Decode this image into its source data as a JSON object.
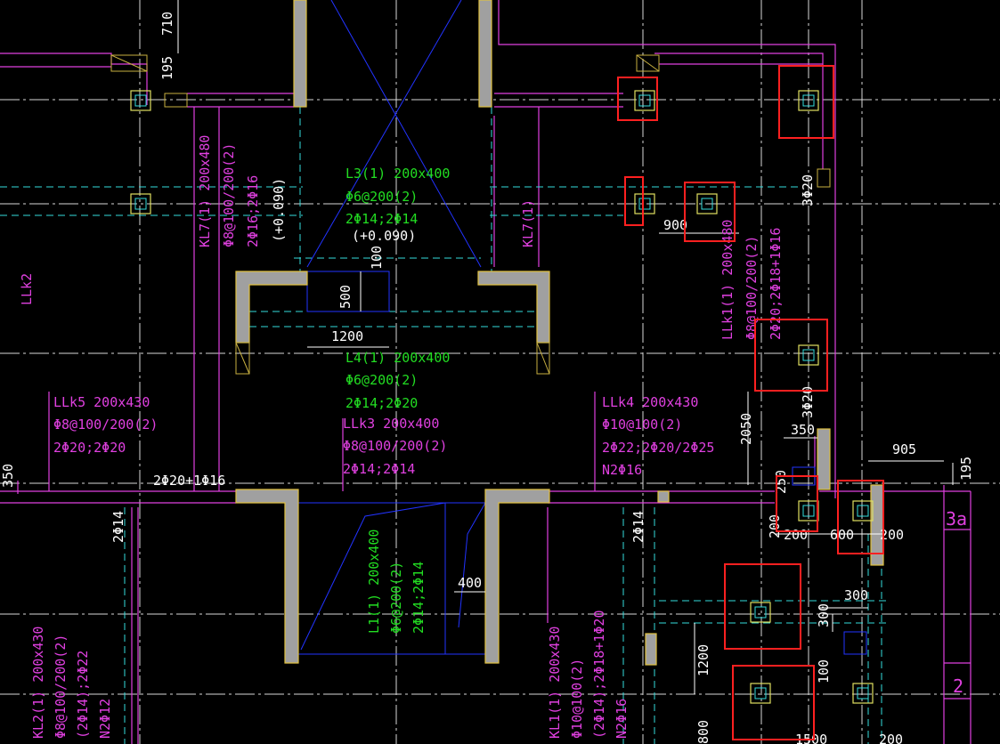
{
  "colors": {
    "background": "#000000",
    "beam": "#e040e0",
    "beam_dash": "#e040e0",
    "axis": "#ffffff",
    "cyan": "#33dddd",
    "blue": "#2233ff",
    "wall": "#a0a0a0",
    "wall_edge": "#e0c040",
    "green": "#22dd22",
    "highlight": "#ff2020"
  },
  "labels": {
    "dim_710": "710",
    "dim_195_top": "195",
    "kl7_h_1": "KL7(1) 200x480",
    "kl7_h_2": "Φ8@100/200(2)",
    "kl7_h_3": "2Φ16;2Φ16",
    "kl7_h_4": "(+0.090)",
    "l3_1": "L3(1) 200x400",
    "l3_2": "Φ6@200(2)",
    "l3_3": "2Φ14;2Φ14",
    "l3_4": "(+0.090)",
    "kl7_r": "KL7(1)",
    "dim_100": "100",
    "dim_500": "500",
    "dim_1200_mid": "1200",
    "l4_1": "L4(1) 200x400",
    "l4_2": "Φ6@200(2)",
    "l4_3": "2Φ14;2Φ20",
    "llk3_1": "LLk3 200x400",
    "llk3_2": "Φ8@100/200(2)",
    "llk3_3": "2Φ14;2Φ14",
    "llk5_1": "LLk5 200x430",
    "llk5_2": "Φ8@100/200(2)",
    "llk5_3": "2Φ20;2Φ20",
    "llk4_1": "LLk4 200x430",
    "llk4_2": "Φ10@100(2)",
    "llk4_3": "2Φ22;2Φ20/2Φ25",
    "llk4_4": "N2Φ16",
    "llk2": "LLk2",
    "dim_350_left": "350",
    "rebar_2phi20": "2Φ20+1Φ16",
    "rebar_2phi14_left": "2Φ14",
    "rebar_2phi14_mid": "2Φ14",
    "llk1_1": "LLk1(1) 200x480",
    "llk1_2": "Φ8@100/200(2)",
    "llk1_3": "2Φ20;2Φ18+1Φ16",
    "dim_900": "900",
    "dim_3phi20_top": "3Φ20",
    "dim_3phi20_mid": "3Φ20",
    "dim_2050": "2050",
    "dim_350_right": "350",
    "dim_905": "905",
    "dim_195_right": "195",
    "dim_250": "250",
    "dim_200_a": "200",
    "dim_200_b": "200",
    "dim_600": "600",
    "dim_200_c": "200",
    "tag_3a": "3a",
    "l1_1": "L1(1) 200x400",
    "l1_2": "Φ6@200(2)",
    "l1_3": "2Φ14;2Φ14",
    "dim_400": "400",
    "kl2_1": "KL2(1) 200x430",
    "kl2_2": "Φ8@100/200(2)",
    "kl2_3": "(2Φ14);2Φ22",
    "kl2_4": "N2Φ12",
    "kl1_1": "KL1(1) 200x430",
    "kl1_2": "Φ10@100(2)",
    "kl1_3": "(2Φ14);2Φ18+1Φ20",
    "kl1_4": "N2Φ16",
    "dim_1200_low": "1200",
    "dim_300_h": "300",
    "dim_300_v": "300",
    "dim_100_low": "100",
    "tag_2": "2",
    "dim_1500": "1500",
    "dim_200_bot": "200",
    "dim_800_bot": "800"
  }
}
